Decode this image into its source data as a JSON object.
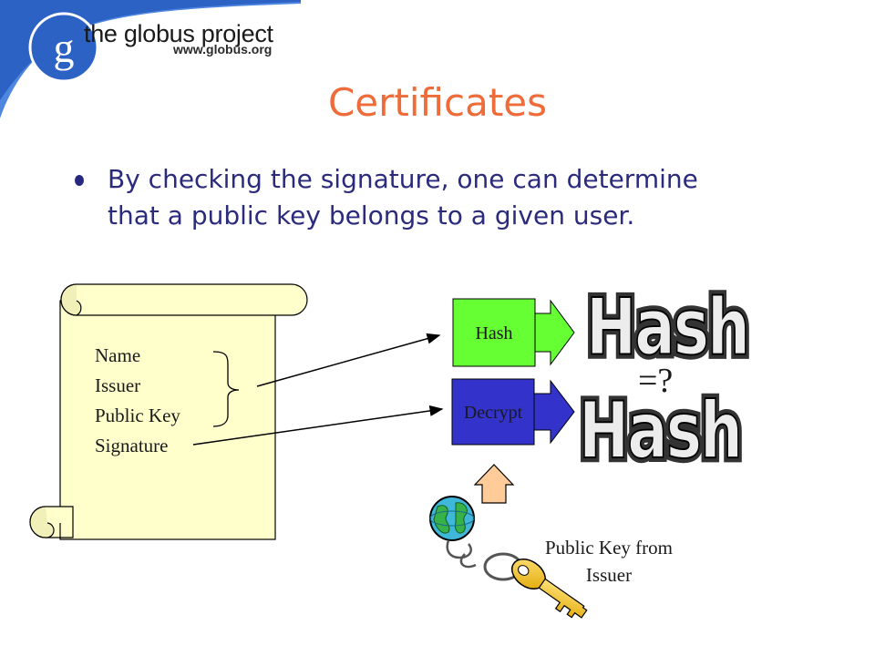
{
  "brand": {
    "logo_letter": "g",
    "name": "the globus project",
    "url": "www.globus.org"
  },
  "slide": {
    "title": "Certificates",
    "bullet": "By checking the signature, one can determine that a public key belongs to a given user."
  },
  "certificate": {
    "fields": [
      "Name",
      "Issuer",
      "Public Key",
      "Signature"
    ]
  },
  "process": {
    "hash_box_label": "Hash",
    "decrypt_box_label": "Decrypt",
    "hash_result_top": "Hash",
    "hash_result_bottom": "Hash",
    "compare_label": "=?",
    "key_caption_line1": "Public Key from",
    "key_caption_line2": "Issuer"
  },
  "colors": {
    "title": "#ee6b3a",
    "bullet_text": "#2b2b7e",
    "hash_box": "#66ff33",
    "decrypt_box": "#3333cc",
    "scroll_fill": "#ffffcc",
    "up_arrow": "#ffcc99",
    "logo_blue": "#2c62c4"
  }
}
